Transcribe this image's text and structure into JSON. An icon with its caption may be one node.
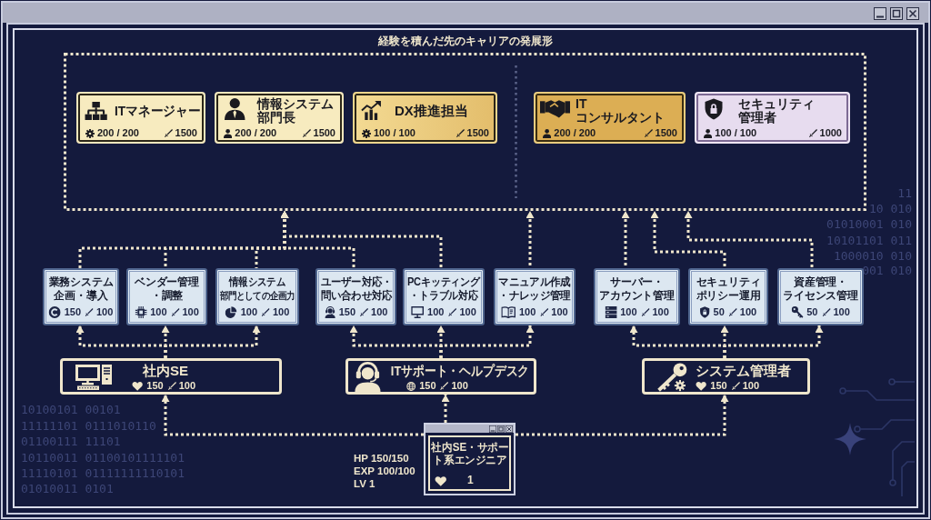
{
  "diagram": {
    "nodes": [
      {
        "text": [
          "経験を積んだ先のキャリアの発展形"
        ]
      },
      {
        "text": [
          "ITマネージャー",
          "200 / 200",
          "1500"
        ],
        "in": 0
      },
      {
        "text": [
          "情報システム部門長",
          "200 / 200",
          "1500"
        ],
        "in": 0
      },
      {
        "text": [
          "DX推進担当",
          "100 / 100",
          "1500"
        ],
        "in": 0
      },
      {
        "text": [
          "ITコンサルタント",
          "200 / 200",
          "1500"
        ],
        "in": 0
      },
      {
        "text": [
          "セキュリティ管理者",
          "100 / 100",
          "1000"
        ],
        "in": 0
      },
      {
        "text": [
          "業務システム企画・導入",
          "150",
          "100"
        ]
      },
      {
        "text": [
          "ベンダー管理・調整",
          "100",
          "100"
        ]
      },
      {
        "text": [
          "情報システム部門としての企画力",
          "100",
          "100"
        ]
      },
      {
        "text": [
          "ユーザー対応・問い合わせ対応",
          "150",
          "100"
        ]
      },
      {
        "text": [
          "PCキッティング・トラブル対応",
          "100",
          "100"
        ]
      },
      {
        "text": [
          "マニュアル作成・ナレッジ管理",
          "100",
          "100"
        ]
      },
      {
        "text": [
          "サーバー・アカウント管理",
          "100",
          "100"
        ]
      },
      {
        "text": [
          "セキュリティポリシー運用",
          "50",
          "100"
        ]
      },
      {
        "text": [
          "資産管理・ライセンス管理",
          "50",
          "100"
        ]
      },
      {
        "text": [
          "社内SE",
          "150",
          "100"
        ]
      },
      {
        "text": [
          "ITサポート・ヘルプデスク",
          "150",
          "100"
        ]
      },
      {
        "text": [
          "システム管理者",
          "150",
          "100"
        ]
      },
      {
        "text": [
          "社内SE・サポート系エンジニア",
          "1"
        ],
        "beside": [
          "HP 150/150",
          "EXP 100/100",
          "LV 1"
        ]
      }
    ],
    "edges": [
      {
        "from": 6,
        "to": 0,
        "arrow": "to"
      },
      {
        "from": 7,
        "to": 0,
        "arrow": "to"
      },
      {
        "from": 8,
        "to": 0,
        "arrow": "to"
      },
      {
        "from": 9,
        "to": 0,
        "arrow": "to"
      },
      {
        "from": 10,
        "to": 0,
        "arrow": "to"
      },
      {
        "from": 11,
        "to": 0,
        "arrow": "to"
      },
      {
        "from": 12,
        "to": 0,
        "arrow": "to"
      },
      {
        "from": 13,
        "to": 0,
        "arrow": "to"
      },
      {
        "from": 14,
        "to": 0,
        "arrow": "to"
      },
      {
        "from": 15,
        "to": 6,
        "arrow": "to"
      },
      {
        "from": 15,
        "to": 7,
        "arrow": "to"
      },
      {
        "from": 15,
        "to": 8,
        "arrow": "to"
      },
      {
        "from": 16,
        "to": 9,
        "arrow": "to"
      },
      {
        "from": 16,
        "to": 10,
        "arrow": "to"
      },
      {
        "from": 16,
        "to": 11,
        "arrow": "to"
      },
      {
        "from": 17,
        "to": 12,
        "arrow": "to"
      },
      {
        "from": 17,
        "to": 13,
        "arrow": "to"
      },
      {
        "from": 17,
        "to": 14,
        "arrow": "to"
      },
      {
        "from": 18,
        "to": 15,
        "arrow": "to"
      },
      {
        "from": 18,
        "to": 16,
        "arrow": "to"
      },
      {
        "from": 18,
        "to": 17,
        "arrow": "to"
      }
    ],
    "labels": [
      "11",
      "10 010",
      "01010001 010",
      "10101101 011",
      "1000010 010",
      "001 010",
      "10100101 00101",
      "11111101 0111010110",
      "01100111 11101",
      "10110011 01100101111101",
      "11110101 01111111110101",
      "01010011 0101"
    ]
  }
}
